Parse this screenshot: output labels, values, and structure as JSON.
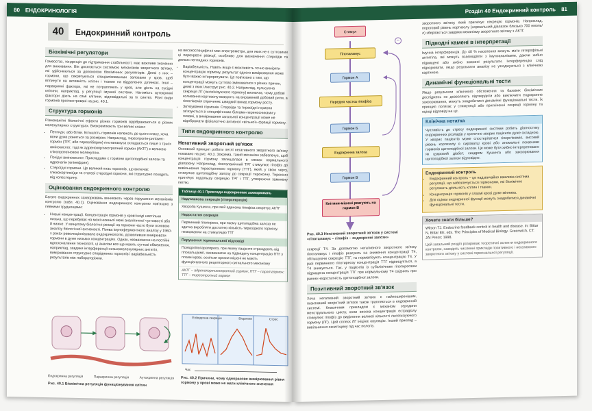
{
  "left": {
    "page_num": "80",
    "running_title": "ЕНДОКРИНОЛОГІЯ",
    "chapter_num": "40",
    "chapter_title": "Ендокринний контроль",
    "s1_title": "Біохімічні регулятори",
    "s1_text": "Гомеостаз, тенденція до підтримання стабільності, має важливе значення для виживання. Він досягається системою механізмів зворотного зв'язку, які здійснюються за допомогою біохімічних регуляторів. Деякі з них – гормони, що секретуються спеціалізованими залозами у кров, щоб вплинути на активність клітин і тканин на віддалених ділянках. Інші – паракринні фактори, які не потрапляють у кров, але діють на сусідні клітини, наприклад, у регуляції імунної системи. Натомість аутокринні фактори діють на самі клітини, відповідальні за їх синтез. Різні види гормонів проілюстровані на рис. 40.1.",
    "s2_title": "Структура гормонів",
    "s2_text": "Різноманітні біологічні ефекти різних гормонів відображаються в різних молекулярних структурах. Виокремлюють три великі класи:",
    "s2_items": [
      "Пептиди, або білки. Більшість гормонів належать до цього класу, хоча вони дуже різняться за розміром. Наприклад, тиреотропін-рилізинг-гормон (ТРГ, або тиреоліберин) гіпоталамуса складається лише з трьох амінокислот, тоді як адренокортикотропний гормон (АКТГ) є великою глікопротеїновою молекулою.",
      "Похідні амінокислот. Прикладами є гормони щитоподібної залози та адреналін (епінефрин).",
      "Стероїдні гормони. Це великий клас гормонів, що включає глюкокортикоїди та статеві стероїдні гормони, які структурно походять від холестерину."
    ],
    "s3_title": "Оцінювання ендокринного контролю",
    "s3_text": "Багато ендокринних захворювань виникають через порушення механізмів контролю (табл. 40.1). Оцінювання ендокринного контролю пов'язано з певними труднощами:",
    "s3_items": [
      "Низькі концентрації. Концентрація гормонів у крові іноді настільки низька, що перебуває на межі нижньої межі аналітичної чутливості або й нижче. У минулому біологічні реакції на гормони часто були основою аналізу біологічної активності. Поява імуноферментного аналізу у 1960-х роках революціонізувала ендокринологію, дозволивши вимірювати гормони в дуже низьких концентраціях. Однак, незважаючи на постійні вдосконалення технології, ці аналізи все ще мають суттєві обмеження, наприклад, завдяки інтерференції низькомолекулярних антитіл, вимірювання структурно споріднених гормонів і варіабельність результатів між лабораторіями."
    ],
    "fig1_labels": [
      "Ендокринна регуляція",
      "Паракринна регуляція",
      "Аутокринна регуляція"
    ],
    "fig1_caption": "Рис. 40.1 Біохімічна регуляція функціонування клітин",
    "c2_top": "на високоспецифічні мас-спектрометри, для яких не є суттєвими ці перехресні реакції, особливо для визначення стероїдів та деяких пептидних гормонів.",
    "c2_items": [
      "Варіабельність. Навіть якщо є можливість точно виміряти концентрацію гормону, результат одного вимірювання може бути важко інтерпретувати. Це пов'язано з тим, що концентрації можуть суттєво змінюватися з різних причин, деякі з яких ілюструє рис. 40.2. Наприклад, пульсуюча секреція ЛГ (лютеїнізуючого гормону) визначає, чому добові коливання кортизолу вказують на виражений добовий ритм, а гіпоглікемія спричиняє швидкий викид гормону росту.",
      "Зв'язування гормонів. Стероїди та тиреоїдні гормони зв'язуються зі специфічними білками-переносниками у плазмі, а вимірювання загальної концентрації може не відображати фізіологічно активної «вільної» фракції гормону."
    ],
    "tc_title": "Типи ендокринного контролю",
    "tc_sub": "Негативний зворотний зв'язок",
    "tc_text": "Основний принцип роботи петлі негативного зворотного зв'язку показано на рис. 40.3. Зокрема, такий механізм забезпечує, щоб концентрація гормону залишалася в межах нормального діапазону. Наприклад, гіпоталамічний ТРГ стимулює гіпофіз до вивільнення тиреотропного гормону (ТТГ), який, у свою чергу, стимулює щитоподібну залозу до секреції тироксину. Тироксин пригнічує подальшу секрецію ТРГ і ТТГ, утворюючи замкнену петлю.",
    "table": {
      "title": "Таблиця 40.1 Приклади ендокринних захворювань",
      "sections": [
        {
          "name": "Надлишкова секреція (гіперсекреція)",
          "rows": [
            "Хвороба Кушинга, при якій аденома гіпофіза секретує АКТГ"
          ]
        },
        {
          "name": "Недостатня секреція",
          "rows": [
            "Первинний гіпотиреоз, при якому щитоподібна залоза не здатна виробляти достатню кількість тиреоїдного гормону, незважаючи на стимуляцію ТТГ"
          ]
        },
        {
          "name": "Порушення гормональної відповіді",
          "rows": [
            "Псевдогіпопаратиреоз, при якому пацієнти страждають від гіпокальціємії, незважаючи на підвищену концентрацію ПТГ у плазмі крові, оскільки органи-мішені не мають функціонуючого рецепторного сигнального механізму"
          ]
        }
      ],
      "note": "АКТГ – адренокортикотропний гормон; ПТГ – паратгормон; ТТГ – тиреотропний гормон"
    },
    "fig2_panels": [
      "Епізодична секреція",
      "Біоритми",
      "Стрес"
    ],
    "fig2_xlabel": "Час",
    "fig2_caption": "Рис. 40.2 Причини, чому одноразове вимірювання рівня гормону у крові може не мати клінічного значення"
  },
  "right": {
    "page_num": "81",
    "running_title": "Розділ 40 Ендокринний контроль",
    "flow": [
      "Стимул",
      "Гіпоталамус",
      "Гормон А",
      "Передня частка гіпофіза",
      "Гормон Б",
      "Ендокринна залоза",
      "Гормон В",
      "Клітини-мішені реагують на гормон В"
    ],
    "flow_minus": "−",
    "fig3_caption": "Рис. 40.3 Негативний зворотний зв'язок у системі «гіпоталамус – гіпофіз – ендокринні залози»",
    "c1_text": "секреції Т4. За допомогою негативного зворотного зв'язку гіпоталамус і гіпофіз реагують на зниження концентрації Т4, збільшуючи секрецію ТТГ, та нормалізують концентрацію Т4. У разі первинного гіпотиреозу концентрація ТТГ підвищується, а Т4 знижується. Так, у пацієнтів із субклінічним гіпотиреозом підвищена концентрація ТТГ при нормальному Т4 свідчить про ранню недостатність щитоподібної залози.",
    "pos_title": "Позитивний зворотний зв'язок",
    "pos_text": "Хоча негативний зворотний зв'язок є найпоширенішим, позитивний зворотний зв'язок також трапляється в ендокринній системі. Класичним прикладом є механізм середини менструального циклу, коли висока концентрація естрадіолу стимулює гіпофіз до виділення великої кількості лютеїнізуючого гормону (ЛГ). Цей сплеск ЛГ ініціює овуляцію. Інший приклад – вивільнення окситоцину під час пологів.",
    "c2_top": "зворотного зв'язку, який пригнічує секрецію гормонів. Наприклад, пороговий рівень кортизолу (нормальний діапазон близько 700 нмоль/л) зберігається завдяки механізму зворотного зв'язку з АКТГ.",
    "ps_title": "Підводні камені в інтерпретації",
    "ps_text": "Імунна інтерференція. До 40 % населення можуть мати гетерофільні антитіла, які можуть взаємодіяти з імуноаналізами, даючи хибно підвищені або хибно знижені результати. Інтерференцію слід підозрювати, якщо результати аналізу не узгоджуються з клінічною картиною.",
    "dyn_title": "Динамічні функціональні тести",
    "dyn_text": "Якщо результати клінічного обстеження та базових біохімічних досліджень не дозволяють підтвердити або виключити ендокринне захворювання, можуть знадобитися динамічні функціональні тести. Їх принцип полягає у стимуляції або пригніченні секреції гормону та оцінці відповіді на це.",
    "clin_title": "Клінічна нотатка",
    "clin_text": "Чутливість до стресу ендокринної системи робить діагностику ендокринних розладів у критично хворих пацієнтів дуже складною. У хворих пацієнтів може спостерігатися гіперглікемія, високий рівень кортизолу в сироватці крові або аномальні показники гормонів щитоподібної залози. Це може бути хибно інтерпретовано як цукровий діабет, синдром Кушинга або захворювання щитоподібної залози відповідно.",
    "key_title": "Ендокринний контроль",
    "key_items": [
      "Ендокринний контроль – це надзвичайно важлива система регуляції, що забезпечується гормонами, які біохімічно регулюють діяльність клітин і тканин.",
      "Концентрація гормонів у плазмі крові дуже мінлива.",
      "Для оцінки ендокринної функції можуть знадобитися динамічні функціональні тести."
    ],
    "more_title": "Хочете знати більше?",
    "more_ref": "Wilson TJ. Endocrine feedback control in health and disease. In: Bittar N, Bittar EE, eds. The Principles of Medical Biology. Greenwich, CT: JAI Press; 1998.",
    "more_note": "Цей загальний розділ розкриває теоретичні аспекти ендокринного контролю, наводить численні приклади позитивного і негативного зворотного зв'язку у системі гормональної регуляції."
  }
}
